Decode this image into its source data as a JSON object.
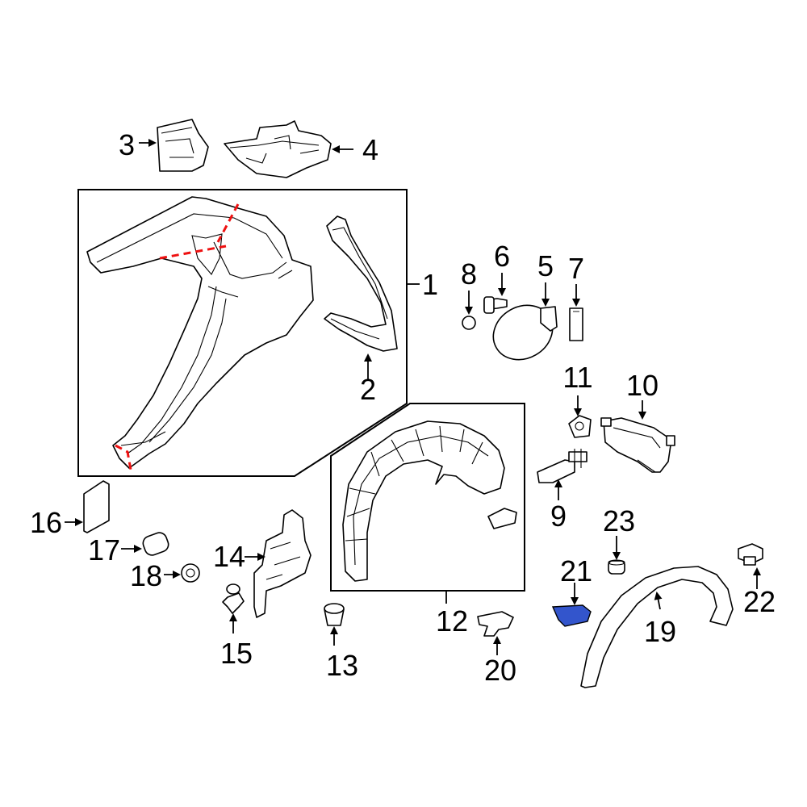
{
  "diagram": {
    "callouts": [
      "1",
      "2",
      "3",
      "4",
      "5",
      "6",
      "7",
      "8",
      "9",
      "10",
      "11",
      "12",
      "13",
      "14",
      "15",
      "16",
      "17",
      "18",
      "19",
      "20",
      "21",
      "22",
      "23"
    ]
  },
  "colors": {
    "line": "#000000",
    "cut_line": "#e11111",
    "highlight": "#3355cc",
    "background": "#ffffff"
  }
}
